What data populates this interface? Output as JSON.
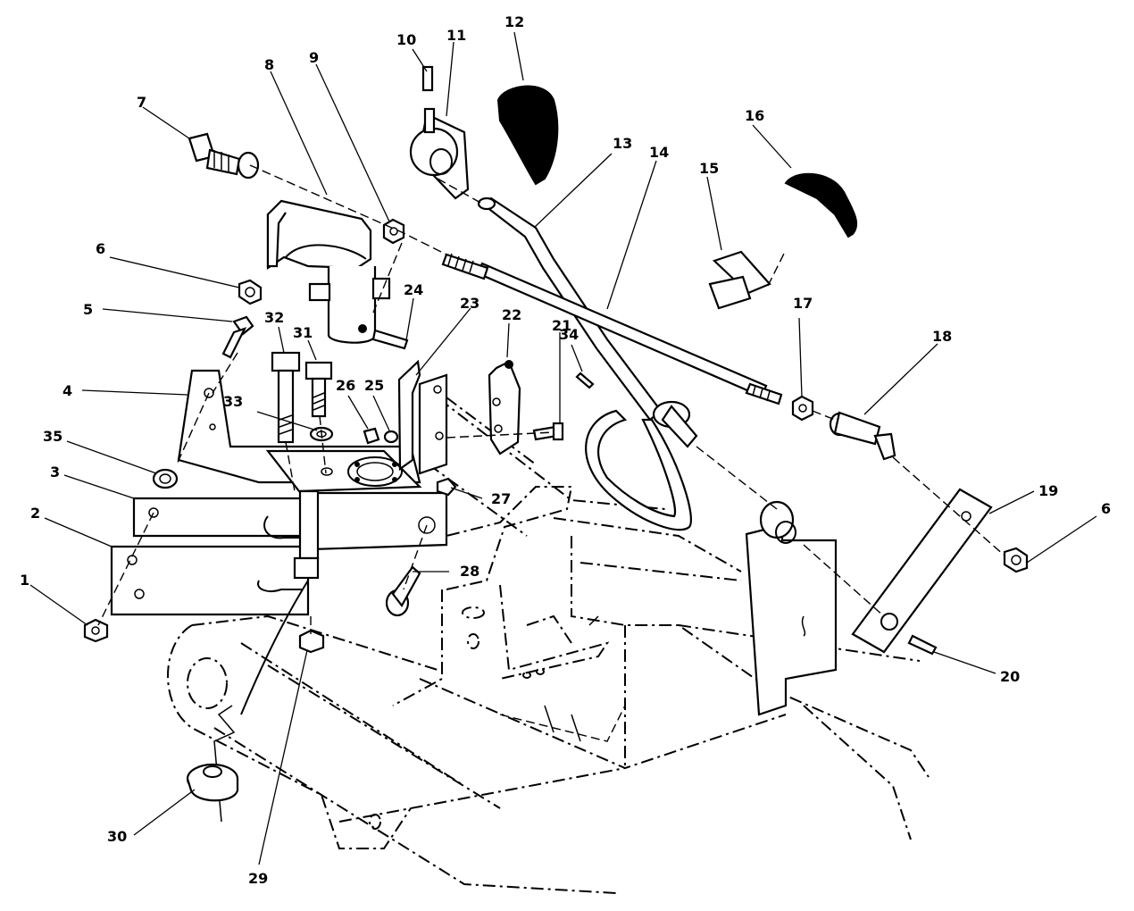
{
  "callouts": [
    {
      "id": "1",
      "label": "1"
    },
    {
      "id": "2",
      "label": "2"
    },
    {
      "id": "3",
      "label": "3"
    },
    {
      "id": "4",
      "label": "4"
    },
    {
      "id": "5",
      "label": "5"
    },
    {
      "id": "6a",
      "label": "6"
    },
    {
      "id": "6b",
      "label": "6"
    },
    {
      "id": "7",
      "label": "7"
    },
    {
      "id": "8",
      "label": "8"
    },
    {
      "id": "9",
      "label": "9"
    },
    {
      "id": "10",
      "label": "10"
    },
    {
      "id": "11",
      "label": "11"
    },
    {
      "id": "12",
      "label": "12"
    },
    {
      "id": "13",
      "label": "13"
    },
    {
      "id": "14",
      "label": "14"
    },
    {
      "id": "15",
      "label": "15"
    },
    {
      "id": "16",
      "label": "16"
    },
    {
      "id": "17",
      "label": "17"
    },
    {
      "id": "18",
      "label": "18"
    },
    {
      "id": "19",
      "label": "19"
    },
    {
      "id": "20",
      "label": "20"
    },
    {
      "id": "21",
      "label": "21"
    },
    {
      "id": "22",
      "label": "22"
    },
    {
      "id": "23",
      "label": "23"
    },
    {
      "id": "24",
      "label": "24"
    },
    {
      "id": "25",
      "label": "25"
    },
    {
      "id": "26",
      "label": "26"
    },
    {
      "id": "27",
      "label": "27"
    },
    {
      "id": "28",
      "label": "28"
    },
    {
      "id": "29",
      "label": "29"
    },
    {
      "id": "30",
      "label": "30"
    },
    {
      "id": "31",
      "label": "31"
    },
    {
      "id": "32",
      "label": "32"
    },
    {
      "id": "33",
      "label": "33"
    },
    {
      "id": "34",
      "label": "34"
    },
    {
      "id": "35",
      "label": "35"
    }
  ]
}
